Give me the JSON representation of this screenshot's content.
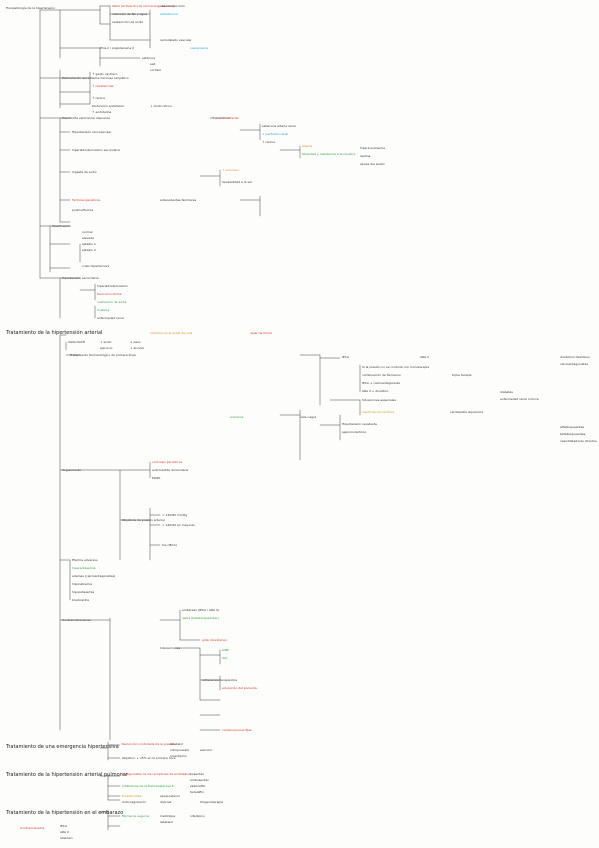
{
  "colors": {
    "ink": "#333333",
    "red": "#d9301f",
    "orange": "#e68a1a",
    "green": "#2f9e3c",
    "blue": "#1e9ad6",
    "purple": "#a23fb5",
    "yellow": "#c9a400",
    "paper": "#fdfdfc"
  },
  "page": {
    "headings": {
      "h1": "Tratamiento de la hipertensión arterial",
      "h2": "Tratamiento de una emergencia hipertensiva",
      "h3": "Tratamiento de la hipertensión arterial pulmonar",
      "h4": "Tratamiento de la hipertensión en el embarazo"
    },
    "s1": {
      "root": "Fisiopatología de la hipertensión",
      "raas": "SRAA (activación de renina-angiotensina)",
      "raas_a": "vasoconstricción",
      "raas_b": "retención de Na y agua",
      "raas_c": "aldosterona",
      "raas_d": "reabsorción de sodio",
      "raas_e": "remodelado vascular",
      "aldo": "ECA-2 / angiotensina II",
      "aldo_a": "estimula",
      "aldo_b": "vasopresina",
      "aldo_c": "sed",
      "aldo_d": "cortisol",
      "symp": "Estimulación del sistema nervioso simpático",
      "symp_a": "↑ gasto cardíaco",
      "symp_b": "↑ resistencias",
      "symp_c": "↑ renina",
      "end": "Disfunción endotelial",
      "end_a": "↓ óxido nítrico",
      "end_b": "↑ endotelina",
      "iso": "Hipertrofia ventricular izquierda",
      "iso_a": "↑ presión arterial",
      "kid": "Hipertensión renovascular",
      "kid_a": "estenosis arteria renal",
      "kid_b": "↓ perfusión renal",
      "kid_c": "↑ renina",
      "kid_d": "hiperaldosteronismo secundario",
      "kid_e": "edema",
      "ob": "Obesidad y resistencia a la insulina",
      "ob_a": "hiperinsulinemia",
      "ob_b": "leptina",
      "ob_c": "apnea del sueño",
      "sal": "Ingesta de sodio",
      "sal_a": "↑ volumen",
      "salt": "Sensibilidad a la sal",
      "gen": "Factores genéticos",
      "gen_a": "antecedentes familiares",
      "gen_b": "polimorfismos",
      "cls": "Clasificación",
      "cls_a": "normal",
      "cls_b": "elevada",
      "cls_c": "estadio 1",
      "cls_d": "estadio 2",
      "cls_e": "crisis hipertensiva",
      "sec": "Hipertensión secundaria",
      "sec_a": "hiperaldosteronismo",
      "sec_b": "feocromocitoma",
      "sec_c": "coartación de aorta",
      "sec_d": "Cushing",
      "sec_e": "enfermedad renal"
    },
    "s2": {
      "a": "Cambios en el estilo de vida",
      "a1": "dieta DASH",
      "a2": "↓ sodio",
      "a3": "ejercicio",
      "a4": "↓ peso",
      "a5": "↓ alcohol",
      "a6": "dejar de fumar",
      "b": "Tratamiento farmacológico de primera línea",
      "b1": "IECA",
      "b2": "ARA II",
      "b3": "diuréticos tiazídicos",
      "b4": "calcioantagonistas",
      "c": "Si la presión no se controla con monoterapia",
      "c1": "combinación de fármacos",
      "c2": "IECA + calcioantagonista",
      "c3": "ARA II + diurético",
      "c4": "triple terapia",
      "d": "Situaciones especiales",
      "d1": "diabetes",
      "d2": "enfermedad renal crónica",
      "d3": "insuficiencia cardíaca",
      "d4": "cardiopatía isquémica",
      "d5": "ancianos",
      "d6": "raza negra",
      "e": "Hipertensión resistente",
      "e1": "espironolactona",
      "e2": "alfabloqueantes",
      "e3": "betabloqueantes",
      "e4": "vasodilatadores directos",
      "f": "Seguimiento",
      "f1": "controles periódicos",
      "f2": "automedida domiciliaria",
      "f3": "MAPA",
      "g": "Objetivos de presión arterial",
      "g1": "< 130/80 mmHg",
      "g2": "< 140/90 en mayores",
      "h": "Efectos adversos",
      "h1": "tos (IECA)",
      "h2": "hiperpotasemia",
      "h3": "edemas (calcioantagonistas)",
      "h4": "hiponatremia",
      "h5": "hipopotasemia",
      "h6": "bradicardia",
      "i": "Contraindicaciones",
      "i1": "embarazo (IECA / ARA II)",
      "i2": "asma (betabloqueantes)",
      "i3": "gota (diuréticos)",
      "j": "Interacciones",
      "j1": "AINE",
      "j2": "litio",
      "k": "Adherencia terapéutica",
      "k1": "educación del paciente",
      "k2": "combinaciones fijas"
    },
    "s3": {
      "a": "Reducción controlada de la presión",
      "a1": "labetalol",
      "a2": "nitroprusiato",
      "a3": "nicardipino",
      "a4": "esmolol",
      "b": "Objetivo: ↓ 25% en la primera hora"
    },
    "s4": {
      "a": "Antagonistas de los receptores de endotelina",
      "a1": "bosentán",
      "a2": "ambrisentán",
      "b": "Inhibidores de la fosfodiesterasa 5",
      "b1": "sildenafilo",
      "b2": "tadalafilo",
      "c": "Prostanoides",
      "c1": "epoprostenol",
      "c2": "iloprost",
      "d": "Anticoagulación",
      "e": "Oxigenoterapia"
    },
    "s5": {
      "a": "Fármacos seguros",
      "a1": "metildopa",
      "a2": "labetalol",
      "a3": "nifedipino",
      "b": "Contraindicados",
      "b1": "IECA",
      "b2": "ARA II",
      "b3": "aliskiren"
    }
  }
}
